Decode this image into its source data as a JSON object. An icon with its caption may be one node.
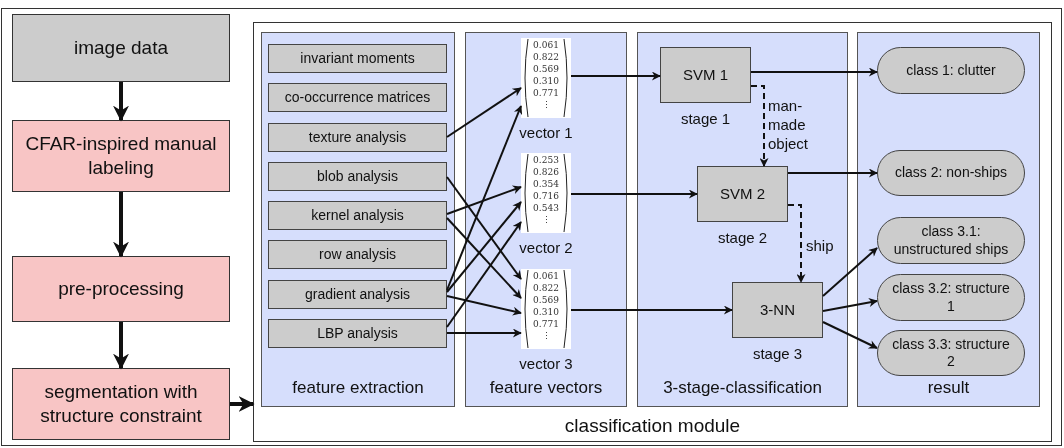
{
  "diagram": {
    "nodes": [
      {
        "text": [
          "image data"
        ]
      },
      {
        "text": [
          "CFAR-inspired manual labeling"
        ]
      },
      {
        "text": [
          "pre-processing"
        ]
      },
      {
        "text": [
          "segmentation with structure constraint"
        ]
      },
      {
        "text": [
          "classification module"
        ]
      },
      {
        "text": [
          "feature extraction"
        ],
        "in": 4
      },
      {
        "text": [
          "invariant moments"
        ],
        "in": 5
      },
      {
        "text": [
          "co-occurrence matrices"
        ],
        "in": 5
      },
      {
        "text": [
          "texture analysis"
        ],
        "in": 5
      },
      {
        "text": [
          "blob analysis"
        ],
        "in": 5
      },
      {
        "text": [
          "kernel analysis"
        ],
        "in": 5
      },
      {
        "text": [
          "row analysis"
        ],
        "in": 5
      },
      {
        "text": [
          "gradient analysis"
        ],
        "in": 5
      },
      {
        "text": [
          "LBP analysis"
        ],
        "in": 5
      },
      {
        "text": [
          "feature vectors"
        ],
        "in": 4
      },
      {
        "text": [
          "0.061",
          "0.822",
          "0.569",
          "0.310",
          "0.771",
          "⋮"
        ],
        "in": 14,
        "beside": [
          "vector 1"
        ]
      },
      {
        "text": [
          "0.253",
          "0.826",
          "0.354",
          "0.716",
          "0.543",
          "⋮"
        ],
        "in": 14,
        "beside": [
          "vector 2"
        ]
      },
      {
        "text": [
          "0.061",
          "0.822",
          "0.569",
          "0.310",
          "0.771",
          "⋮"
        ],
        "in": 14,
        "beside": [
          "vector 3"
        ]
      },
      {
        "text": [
          "3-stage-classification"
        ],
        "in": 4
      },
      {
        "text": [
          "SVM 1"
        ],
        "in": 18,
        "beside": [
          "stage 1"
        ]
      },
      {
        "text": [
          "SVM 2"
        ],
        "in": 18,
        "beside": [
          "stage 2"
        ]
      },
      {
        "text": [
          "3-NN"
        ],
        "in": 18,
        "beside": [
          "stage 3"
        ]
      },
      {
        "text": [
          "result"
        ],
        "in": 4
      },
      {
        "text": [
          "class 1: clutter"
        ],
        "in": 22
      },
      {
        "text": [
          "class 2: non-ships"
        ],
        "in": 22
      },
      {
        "text": [
          "class 3.1: unstructured ships"
        ],
        "in": 22
      },
      {
        "text": [
          "class 3.2: structure 1"
        ],
        "in": 22
      },
      {
        "text": [
          "class 3.3: structure 2"
        ],
        "in": 22
      }
    ],
    "edges": [
      {
        "from": 0,
        "to": 1,
        "arrow": "to",
        "style": "thick"
      },
      {
        "from": 1,
        "to": 2,
        "arrow": "to",
        "style": "thick"
      },
      {
        "from": 2,
        "to": 3,
        "arrow": "to",
        "style": "thick"
      },
      {
        "from": 3,
        "to": 4,
        "arrow": "to",
        "style": "thick"
      },
      {
        "from": 8,
        "to": 15,
        "arrow": "to"
      },
      {
        "from": 12,
        "to": 15,
        "arrow": "to"
      },
      {
        "from": 10,
        "to": 16,
        "arrow": "to"
      },
      {
        "from": 12,
        "to": 16,
        "arrow": "to"
      },
      {
        "from": 13,
        "to": 16,
        "arrow": "to"
      },
      {
        "from": 9,
        "to": 17,
        "arrow": "to"
      },
      {
        "from": 10,
        "to": 17,
        "arrow": "to"
      },
      {
        "from": 12,
        "to": 17,
        "arrow": "to"
      },
      {
        "from": 13,
        "to": 17,
        "arrow": "to"
      },
      {
        "from": 15,
        "to": 19,
        "arrow": "to"
      },
      {
        "from": 16,
        "to": 20,
        "arrow": "to"
      },
      {
        "from": 17,
        "to": 21,
        "arrow": "to"
      },
      {
        "from": 19,
        "to": 23,
        "arrow": "to"
      },
      {
        "from": 19,
        "to": 20,
        "arrow": "to",
        "style": "dashed",
        "label": "man-made object"
      },
      {
        "from": 20,
        "to": 24,
        "arrow": "to"
      },
      {
        "from": 20,
        "to": 21,
        "arrow": "to",
        "style": "dashed",
        "label": "ship"
      },
      {
        "from": 21,
        "to": 25,
        "arrow": "to"
      },
      {
        "from": 21,
        "to": 26,
        "arrow": "to"
      },
      {
        "from": 21,
        "to": 27,
        "arrow": "to"
      }
    ]
  }
}
